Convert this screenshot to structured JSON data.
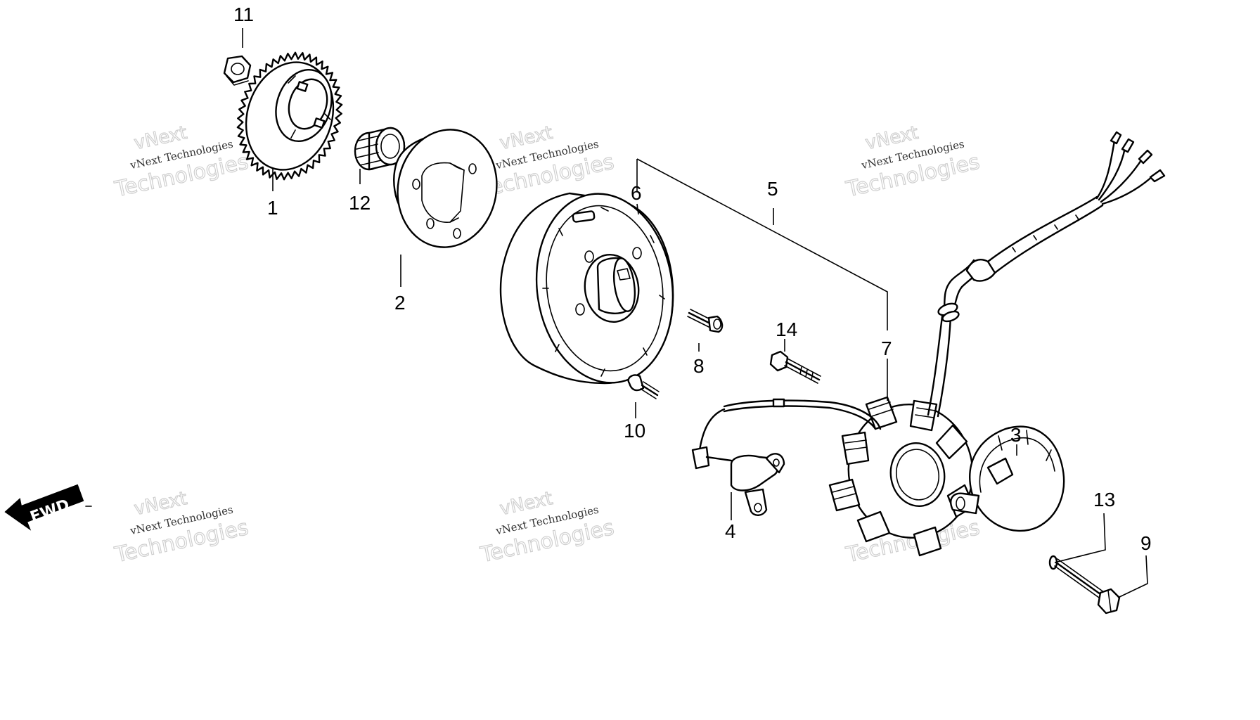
{
  "diagram": {
    "callouts": [
      {
        "id": "1",
        "label": "1"
      },
      {
        "id": "2",
        "label": "2"
      },
      {
        "id": "3",
        "label": "3"
      },
      {
        "id": "4",
        "label": "4"
      },
      {
        "id": "5",
        "label": "5"
      },
      {
        "id": "6",
        "label": "6"
      },
      {
        "id": "7",
        "label": "7"
      },
      {
        "id": "8",
        "label": "8"
      },
      {
        "id": "9",
        "label": "9"
      },
      {
        "id": "10",
        "label": "10"
      },
      {
        "id": "11",
        "label": "11"
      },
      {
        "id": "12",
        "label": "12"
      },
      {
        "id": "13",
        "label": "13"
      },
      {
        "id": "14",
        "label": "14"
      }
    ],
    "watermark": {
      "line1": "vNext",
      "line2": "vNext Technologies",
      "line3": "Technologies"
    },
    "direction_label": "FWD"
  }
}
